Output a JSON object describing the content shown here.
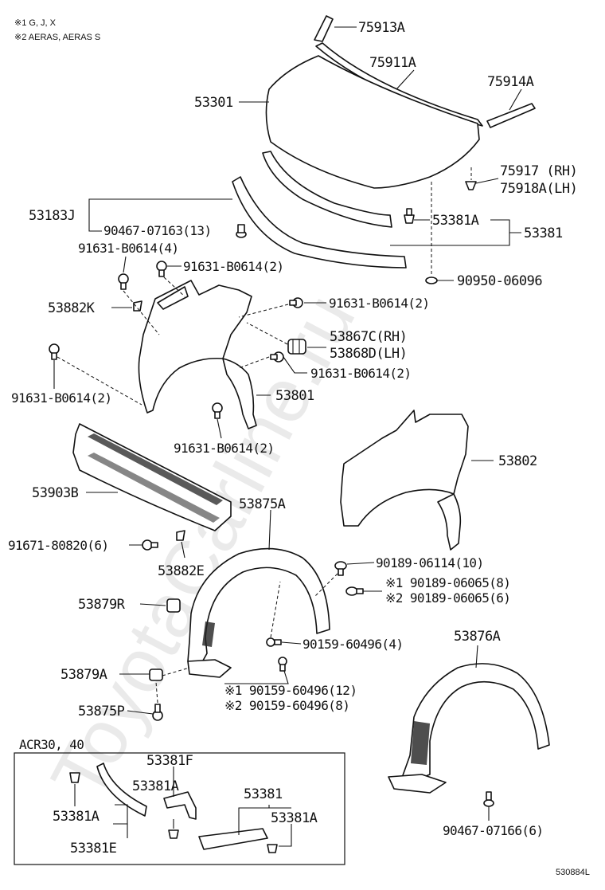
{
  "notes": {
    "note1": "※1 G, J, X",
    "note2": "※2 AERAS, AERAS S"
  },
  "watermark": "ToyotaCarline.ru",
  "inset_title": "ACR30, 40",
  "diagram_code": "530884L",
  "parts": {
    "p75913A": "75913A",
    "p75911A": "75911A",
    "p75914A": "75914A",
    "p53301": "53301",
    "p75917": "75917 (RH)",
    "p75918A": "75918A(LH)",
    "p53183J": "53183J",
    "p90467_07163": "90467-07163(13)",
    "p53381A_top": "53381A",
    "p53381_top": "53381",
    "p91631_a": "91631-B0614(4)",
    "p91631_b": "91631-B0614(2)",
    "p90950": "90950-06096",
    "p53882K": "53882K",
    "p91631_c": "91631-B0614(2)",
    "p53867C": "53867C(RH)",
    "p53868D": "53868D(LH)",
    "p91631_d": "91631-B0614(2)",
    "p91631_e": "91631-B0614(2)",
    "p53801": "53801",
    "p91631_f": "91631-B0614(2)",
    "p53802": "53802",
    "p53903B": "53903B",
    "p53875A": "53875A",
    "p91671": "91671-80820(6)",
    "p53882E": "53882E",
    "p90189_06114": "90189-06114(10)",
    "p90189_06065_1": "※1 90189-06065(8)",
    "p90189_06065_2": "※2 90189-06065(6)",
    "p53879R": "53879R",
    "p90159_4": "90159-60496(4)",
    "p53876A": "53876A",
    "p53879A": "53879A",
    "p90159_12": "※1 90159-60496(12)",
    "p90159_8": "※2 90159-60496(8)",
    "p53875P": "53875P",
    "p53381F": "53381F",
    "p53381A_i1": "53381A",
    "p53381_i": "53381",
    "p53381A_i2": "53381A",
    "p53381A_i3": "53381A",
    "p53381E": "53381E",
    "p90467_07166": "90467-07166(6)"
  }
}
